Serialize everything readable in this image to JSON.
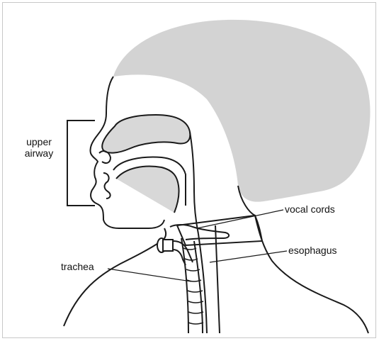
{
  "labels": {
    "upper_airway_line1": "upper",
    "upper_airway_line2": "airway",
    "vocal_cords": "vocal cords",
    "esophagus": "esophagus",
    "trachea": "trachea"
  },
  "colors": {
    "line": "#1a1a1a",
    "hair": "#d3d3d3",
    "airway_fill": "#d8d8d8",
    "frame": "#c8c8c8"
  }
}
